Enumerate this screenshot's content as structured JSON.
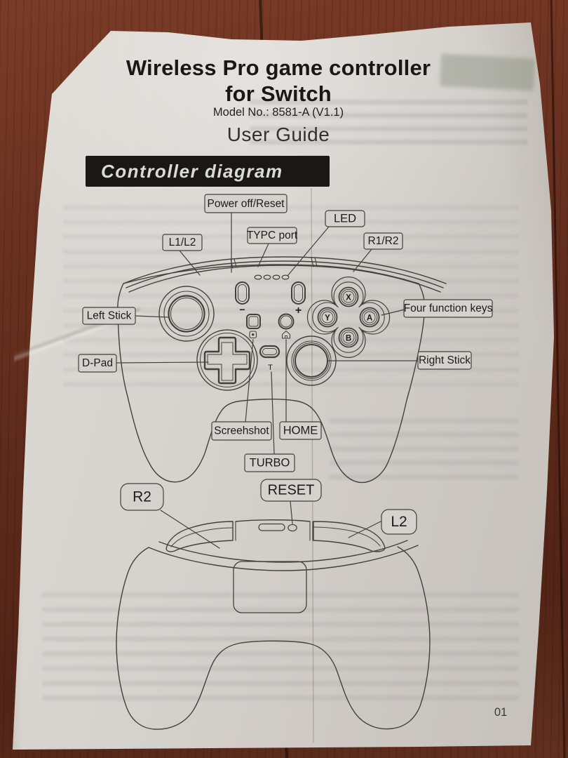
{
  "page": {
    "title_line1": "Wireless Pro game controller",
    "title_line2": "for Switch",
    "model": "Model No.: 8581-A (V1.1)",
    "subtitle": "User Guide",
    "section_header": "Controller diagram",
    "page_number": "01"
  },
  "diagram": {
    "labels": {
      "power_reset": "Power off/Reset",
      "typc_port": "TYPC port",
      "led": "LED",
      "l1_l2": "L1/L2",
      "r1_r2": "R1/R2",
      "left_stick": "Left Stick",
      "four_function_keys": "Four function keys",
      "d_pad": "D-Pad",
      "right_stick": "Right Stick",
      "screenshot": "Screehshot",
      "home": "HOME",
      "turbo": "TURBO",
      "reset": "RESET",
      "r2": "R2",
      "l2": "L2"
    },
    "buttons": {
      "x": "X",
      "y": "Y",
      "a": "A",
      "b": "B",
      "minus": "−",
      "plus": "+",
      "turbo_t": "T"
    }
  },
  "colors": {
    "paper": "#d6d2cd",
    "wood": "#5d2a1a",
    "ink": "#1d1c19",
    "line": "#44413c",
    "banner_bg": "#191814",
    "banner_text": "#dcdad6"
  }
}
